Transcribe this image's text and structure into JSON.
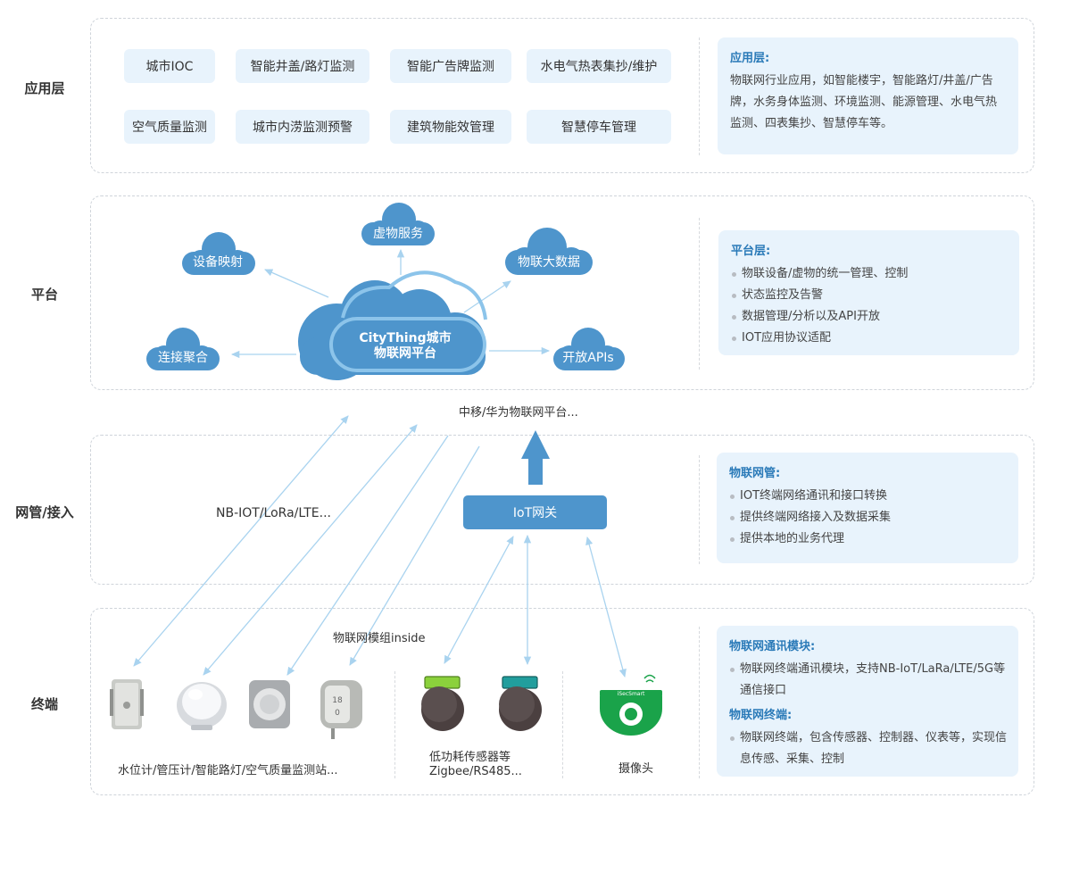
{
  "layers": [
    {
      "label": "应用层"
    },
    {
      "label": "平台"
    },
    {
      "label": "网管/接入"
    },
    {
      "label": "终端"
    }
  ],
  "application": {
    "chips": [
      "城市IOC",
      "智能井盖/路灯监测",
      "智能广告牌监测",
      "水电气热表集抄/维护",
      "空气质量监测",
      "城市内涝监测预警",
      "建筑物能效管理",
      "智慧停车管理"
    ],
    "info": {
      "title": "应用层:",
      "text": "物联网行业应用，如智能楼宇，智能路灯/井盖/广告牌，水务身体监测、环境监测、能源管理、水电气热监测、四表集抄、智慧停车等。"
    }
  },
  "platform": {
    "center_line1": "CityThing城市",
    "center_line2": "物联网平台",
    "clouds": [
      "设备映射",
      "虚物服务",
      "物联大数据",
      "连接聚合",
      "开放APIs"
    ],
    "carrier_label": "中移/华为物联网平台...",
    "info": {
      "title": "平台层:",
      "items": [
        "物联设备/虚物的统一管理、控制",
        "状态监控及告警",
        "数据管理/分析以及API开放",
        "IOT应用协议适配"
      ]
    }
  },
  "network": {
    "protocol_label": "NB-IOT/LoRa/LTE...",
    "gateway_label": "IoT网关",
    "info": {
      "title": "物联网管:",
      "items": [
        "IOT终端网络通讯和接口转换",
        "提供终端网络接入及数据采集",
        "提供本地的业务代理"
      ]
    }
  },
  "terminal": {
    "module_label": "物联网模组inside",
    "group1_caption": "水位计/管压计/智能路灯/空气质量监测站...",
    "group2_line1": "低功耗传感器等",
    "group2_line2": "Zigbee/RS485...",
    "group3_caption": "摄像头",
    "camera_brand": "iSecSmart",
    "info": {
      "title1": "物联网通讯模块:",
      "items1": [
        "物联网终端通讯模块，支持NB-IoT/LaRa/LTE/5G等通信接口"
      ],
      "title2": "物联网终端:",
      "items2": [
        "物联网终端，包含传感器、控制器、仪表等，实现信息传感、采集、控制"
      ]
    }
  },
  "colors": {
    "cloud": "#4e95cc",
    "cloud_light": "#8cc4ea",
    "arrow": "#a9d3ef",
    "big_arrow": "#4e95cc",
    "chip_bg": "#e8f3fc",
    "info_title": "#2a7ab8",
    "camera": "#1aa34a",
    "sensor_lime": "#8bd13c",
    "sensor_teal": "#219e9d"
  }
}
